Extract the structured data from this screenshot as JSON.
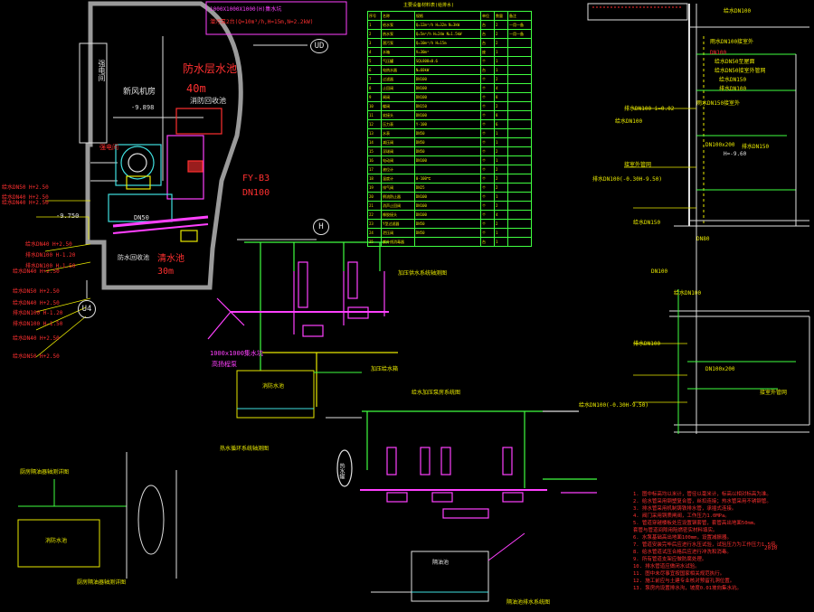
{
  "drawing": {
    "pump_room_top": "1000X1000X1000(H)集水坑",
    "pump_room_top_sub": "潜污泵2台(Q=10m³/h,H=15m,N=2.2kW)",
    "axis_ud": "UD",
    "axis_u4": "U4",
    "axis_h": "H",
    "room_label": "强电间",
    "room_label_2": "新风机房",
    "level_room": "-9.898",
    "level_side": "-9.750",
    "fire_pool_label": "防水层水池",
    "fire_pool_volume": "40m",
    "return_label": "消防回收池",
    "clear_pool_label": "清水池",
    "clear_pool_volume": "30m",
    "return_label_2": "防水回收池",
    "pipe_code": "FY-B3",
    "pipe_dn": "DN100",
    "dn50": "DN50",
    "sump_label": "1000x1000集水坑",
    "sump_sub": "高扬程泵",
    "pressure_system_title": "加压供水系统轴测图",
    "small_tank_title": "加压给水箱",
    "hot_system_title": "热水循环系统轴测图",
    "cold_system_title": "给水加压泵房系统图",
    "small_system_title": "厨房隔油器轴测详图",
    "bottom_system_title": "隔油池排水系统图",
    "tank_label": "热水罐",
    "pool_small": "消防水池",
    "pool_bottom": "隔油池",
    "left_labels": [
      "给水DN50 H+2.50",
      "给水DN40 H+2.50",
      "给水DN40 H+2.50",
      "给水DN40 H+2.50",
      "排水DN100 H-1.20",
      "排水DN100 H-1.50",
      "给水DN40 H+2.50",
      "给水DN50 H+2.50",
      "给水DN40 H+2.50",
      "排水DN100 H-1.20",
      "排水DN100 H-1.50",
      "给水DN40 H+2.50",
      "给水DN50 H+2.50"
    ],
    "table": {
      "title": "主要设备材料表(给排水)",
      "headers": [
        "序号",
        "名称",
        "规格",
        "单位",
        "数量",
        "备注"
      ],
      "rows": [
        [
          "1",
          "给水泵",
          "Q=12m³/h H=32m N=3kW",
          "台",
          "2",
          "一用一备"
        ],
        [
          "2",
          "热水泵",
          "Q=5m³/h H=24m N=1.5kW",
          "台",
          "2",
          "一用一备"
        ],
        [
          "3",
          "潜污泵",
          "Q=10m³/h H=15m",
          "台",
          "2",
          ""
        ],
        [
          "4",
          "水箱",
          "V=30m³",
          "座",
          "1",
          ""
        ],
        [
          "5",
          "气压罐",
          "SQL800x0.6",
          "个",
          "1",
          ""
        ],
        [
          "6",
          "电热水器",
          "N=60kW",
          "台",
          "1",
          ""
        ],
        [
          "7",
          "过滤器",
          "DN100",
          "个",
          "2",
          ""
        ],
        [
          "8",
          "止回阀",
          "DN100",
          "个",
          "4",
          ""
        ],
        [
          "9",
          "闸阀",
          "DN100",
          "个",
          "8",
          ""
        ],
        [
          "10",
          "蝶阀",
          "DN150",
          "个",
          "2",
          ""
        ],
        [
          "11",
          "软接头",
          "DN100",
          "个",
          "8",
          ""
        ],
        [
          "12",
          "压力表",
          "Y-100",
          "个",
          "6",
          ""
        ],
        [
          "13",
          "水表",
          "DN50",
          "个",
          "1",
          ""
        ],
        [
          "14",
          "减压阀",
          "DN50",
          "个",
          "1",
          ""
        ],
        [
          "15",
          "浮球阀",
          "DN50",
          "个",
          "2",
          ""
        ],
        [
          "16",
          "电动阀",
          "DN100",
          "个",
          "1",
          ""
        ],
        [
          "17",
          "液位计",
          "",
          "个",
          "2",
          ""
        ],
        [
          "18",
          "温度计",
          "0-100℃",
          "个",
          "2",
          ""
        ],
        [
          "19",
          "排气阀",
          "DN25",
          "个",
          "2",
          ""
        ],
        [
          "20",
          "倒流防止器",
          "DN100",
          "个",
          "1",
          ""
        ],
        [
          "21",
          "消声止回阀",
          "DN100",
          "个",
          "2",
          ""
        ],
        [
          "22",
          "橡胶接头",
          "DN100",
          "个",
          "4",
          ""
        ],
        [
          "23",
          "Y型过滤器",
          "DN50",
          "个",
          "2",
          ""
        ],
        [
          "24",
          "泄压阀",
          "DN50",
          "个",
          "1",
          ""
        ],
        [
          "25",
          "紫外线消毒器",
          "",
          "台",
          "1",
          ""
        ]
      ]
    },
    "right_labels": [
      "给水DN100",
      "雨水DN100接室外",
      "DN100",
      "给水DN50至屋面",
      "给水DN50接室外管网",
      "给水DN150",
      "排水DN100",
      "雨水DN150接室外",
      "排水DN100 i=0.02",
      "给水DN100",
      "排水DN150",
      "H=-9.60",
      "DN100x200",
      "接室外管网",
      "排水DN100(-0.30H-9.50)",
      "给水DN150",
      "DN80",
      "DN100",
      "给水DN100",
      "排水DN100",
      "DN100x200",
      "给水DN100(-0.30H-9.50)",
      "接室外管网"
    ],
    "notes": [
      "1. 图中标高均以米计，管径以毫米计，标高以相对标高为准。",
      "2. 给水管采用钢塑复合管，丝扣连接；热水管采用不锈钢管。",
      "3. 排水管采用机制铸铁排水管，承插式连接。",
      "4. 阀门采用铜质闸阀，工作压力1.0MPa。",
      "5. 管道穿越楼板处应设置钢套管，套管高出地面50mm。",
      "   套管与管道间隙用阻燃密实材料填实。",
      "6. 水泵基础高出地面100mm，设置减振器。",
      "7. 管道安装完毕后应进行水压试验，试验压力为工作压力1.5倍。",
      "8. 给水管道试压合格后应进行冲洗和消毒。",
      "9. 所有管道支架应做防腐处理。",
      "10. 排水管道应做闭水试验。",
      "11. 图中未尽事宜按国家相关规范执行。",
      "12. 施工前应与土建专业核对预留孔洞位置。",
      "13. 泵房内设置排水沟，坡度0.01坡向集水坑。"
    ],
    "notes_year": "2010"
  }
}
